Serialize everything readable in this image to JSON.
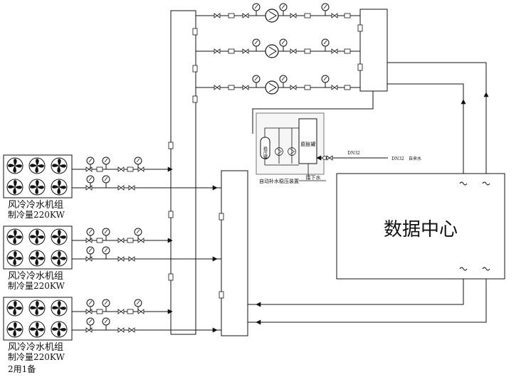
{
  "chillers": [
    {
      "name": "风冷冷水机组",
      "capacity": "制冷量220KW"
    },
    {
      "name": "风冷冷水机组",
      "capacity": "制冷量220KW"
    },
    {
      "name": "风冷冷水机组",
      "capacity": "制冷量220KW"
    }
  ],
  "chiller_note": "2用1备",
  "data_center": "数据中心",
  "makeup_unit": {
    "title": "自动补水稳压装置",
    "tank_label": "膨胀罐",
    "pressure_tank_label": "稳压罐"
  },
  "drain_label": "接下水",
  "supply_pipe": {
    "size_left": "DN32",
    "size_right": "DN32",
    "source": "自来水"
  },
  "colors": {
    "line": "#111111",
    "background": "#ffffff",
    "panel": "#f6f6f6"
  }
}
